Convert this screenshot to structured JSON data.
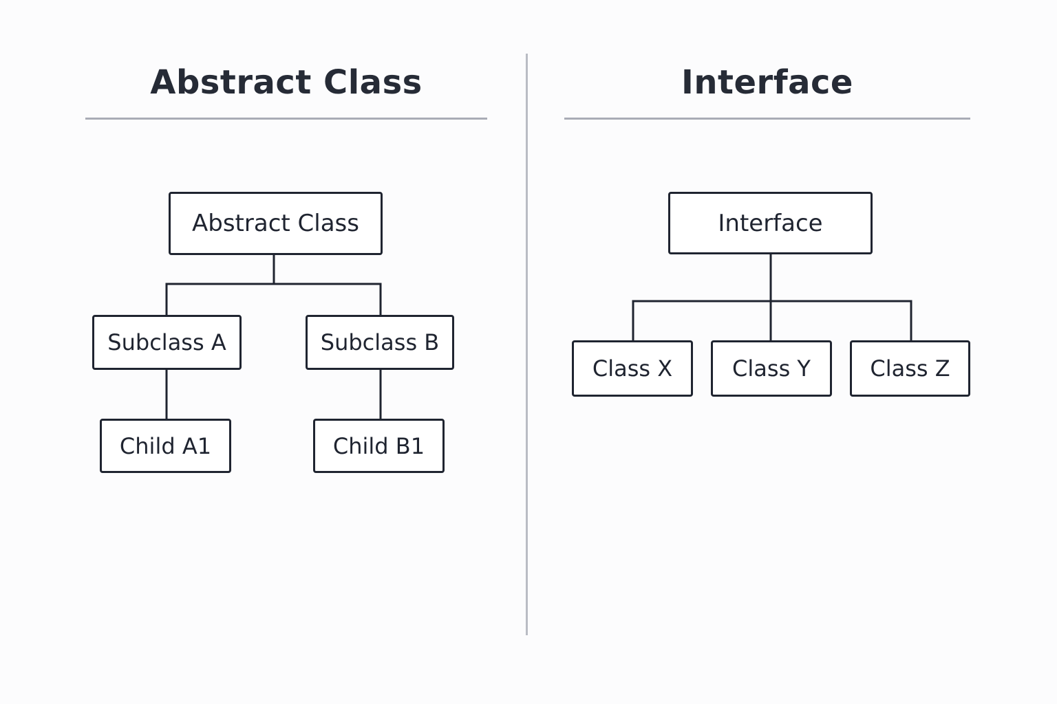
{
  "abstract_panel": {
    "title": "Abstract Class",
    "nodes": {
      "root": "Abstract Class",
      "subclass_a": "Subclass A",
      "subclass_b": "Subclass B",
      "child_a1": "Child A1",
      "child_b1": "Child B1"
    },
    "edges": [
      [
        "Abstract Class",
        "Subclass A"
      ],
      [
        "Abstract Class",
        "Subclass B"
      ],
      [
        "Subclass A",
        "Child A1"
      ],
      [
        "Subclass B",
        "Child B1"
      ]
    ]
  },
  "interface_panel": {
    "title": "Interface",
    "nodes": {
      "root": "Interface",
      "class_x": "Class X",
      "class_y": "Class Y",
      "class_z": "Class Z"
    },
    "edges": [
      [
        "Interface",
        "Class X"
      ],
      [
        "Interface",
        "Class Y"
      ],
      [
        "Interface",
        "Class Z"
      ]
    ]
  },
  "colors": {
    "background": "#fcfcfd",
    "ink": "#1f2430",
    "rule": "#a9acb6"
  }
}
